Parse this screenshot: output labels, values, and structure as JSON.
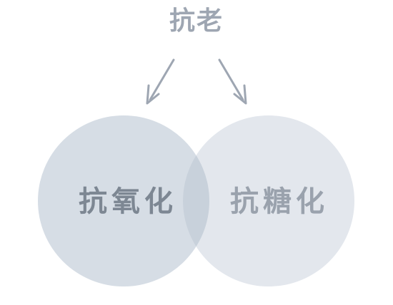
{
  "title": "抗老",
  "circles": [
    {
      "label": "抗氧化",
      "color": "#d6dde5"
    },
    {
      "label": "抗糖化",
      "color": "#e3e7ed"
    }
  ],
  "colors": {
    "background": "#ffffff",
    "title_text": "#9ea6b2",
    "left_label_text": "#7d8793",
    "right_label_text": "#9aa2ad",
    "arrows": "#9ea6b2",
    "overlap": "#c8d1db"
  },
  "icons": {
    "left_arrow": "arrow-down-left-icon",
    "right_arrow": "arrow-down-right-icon"
  }
}
